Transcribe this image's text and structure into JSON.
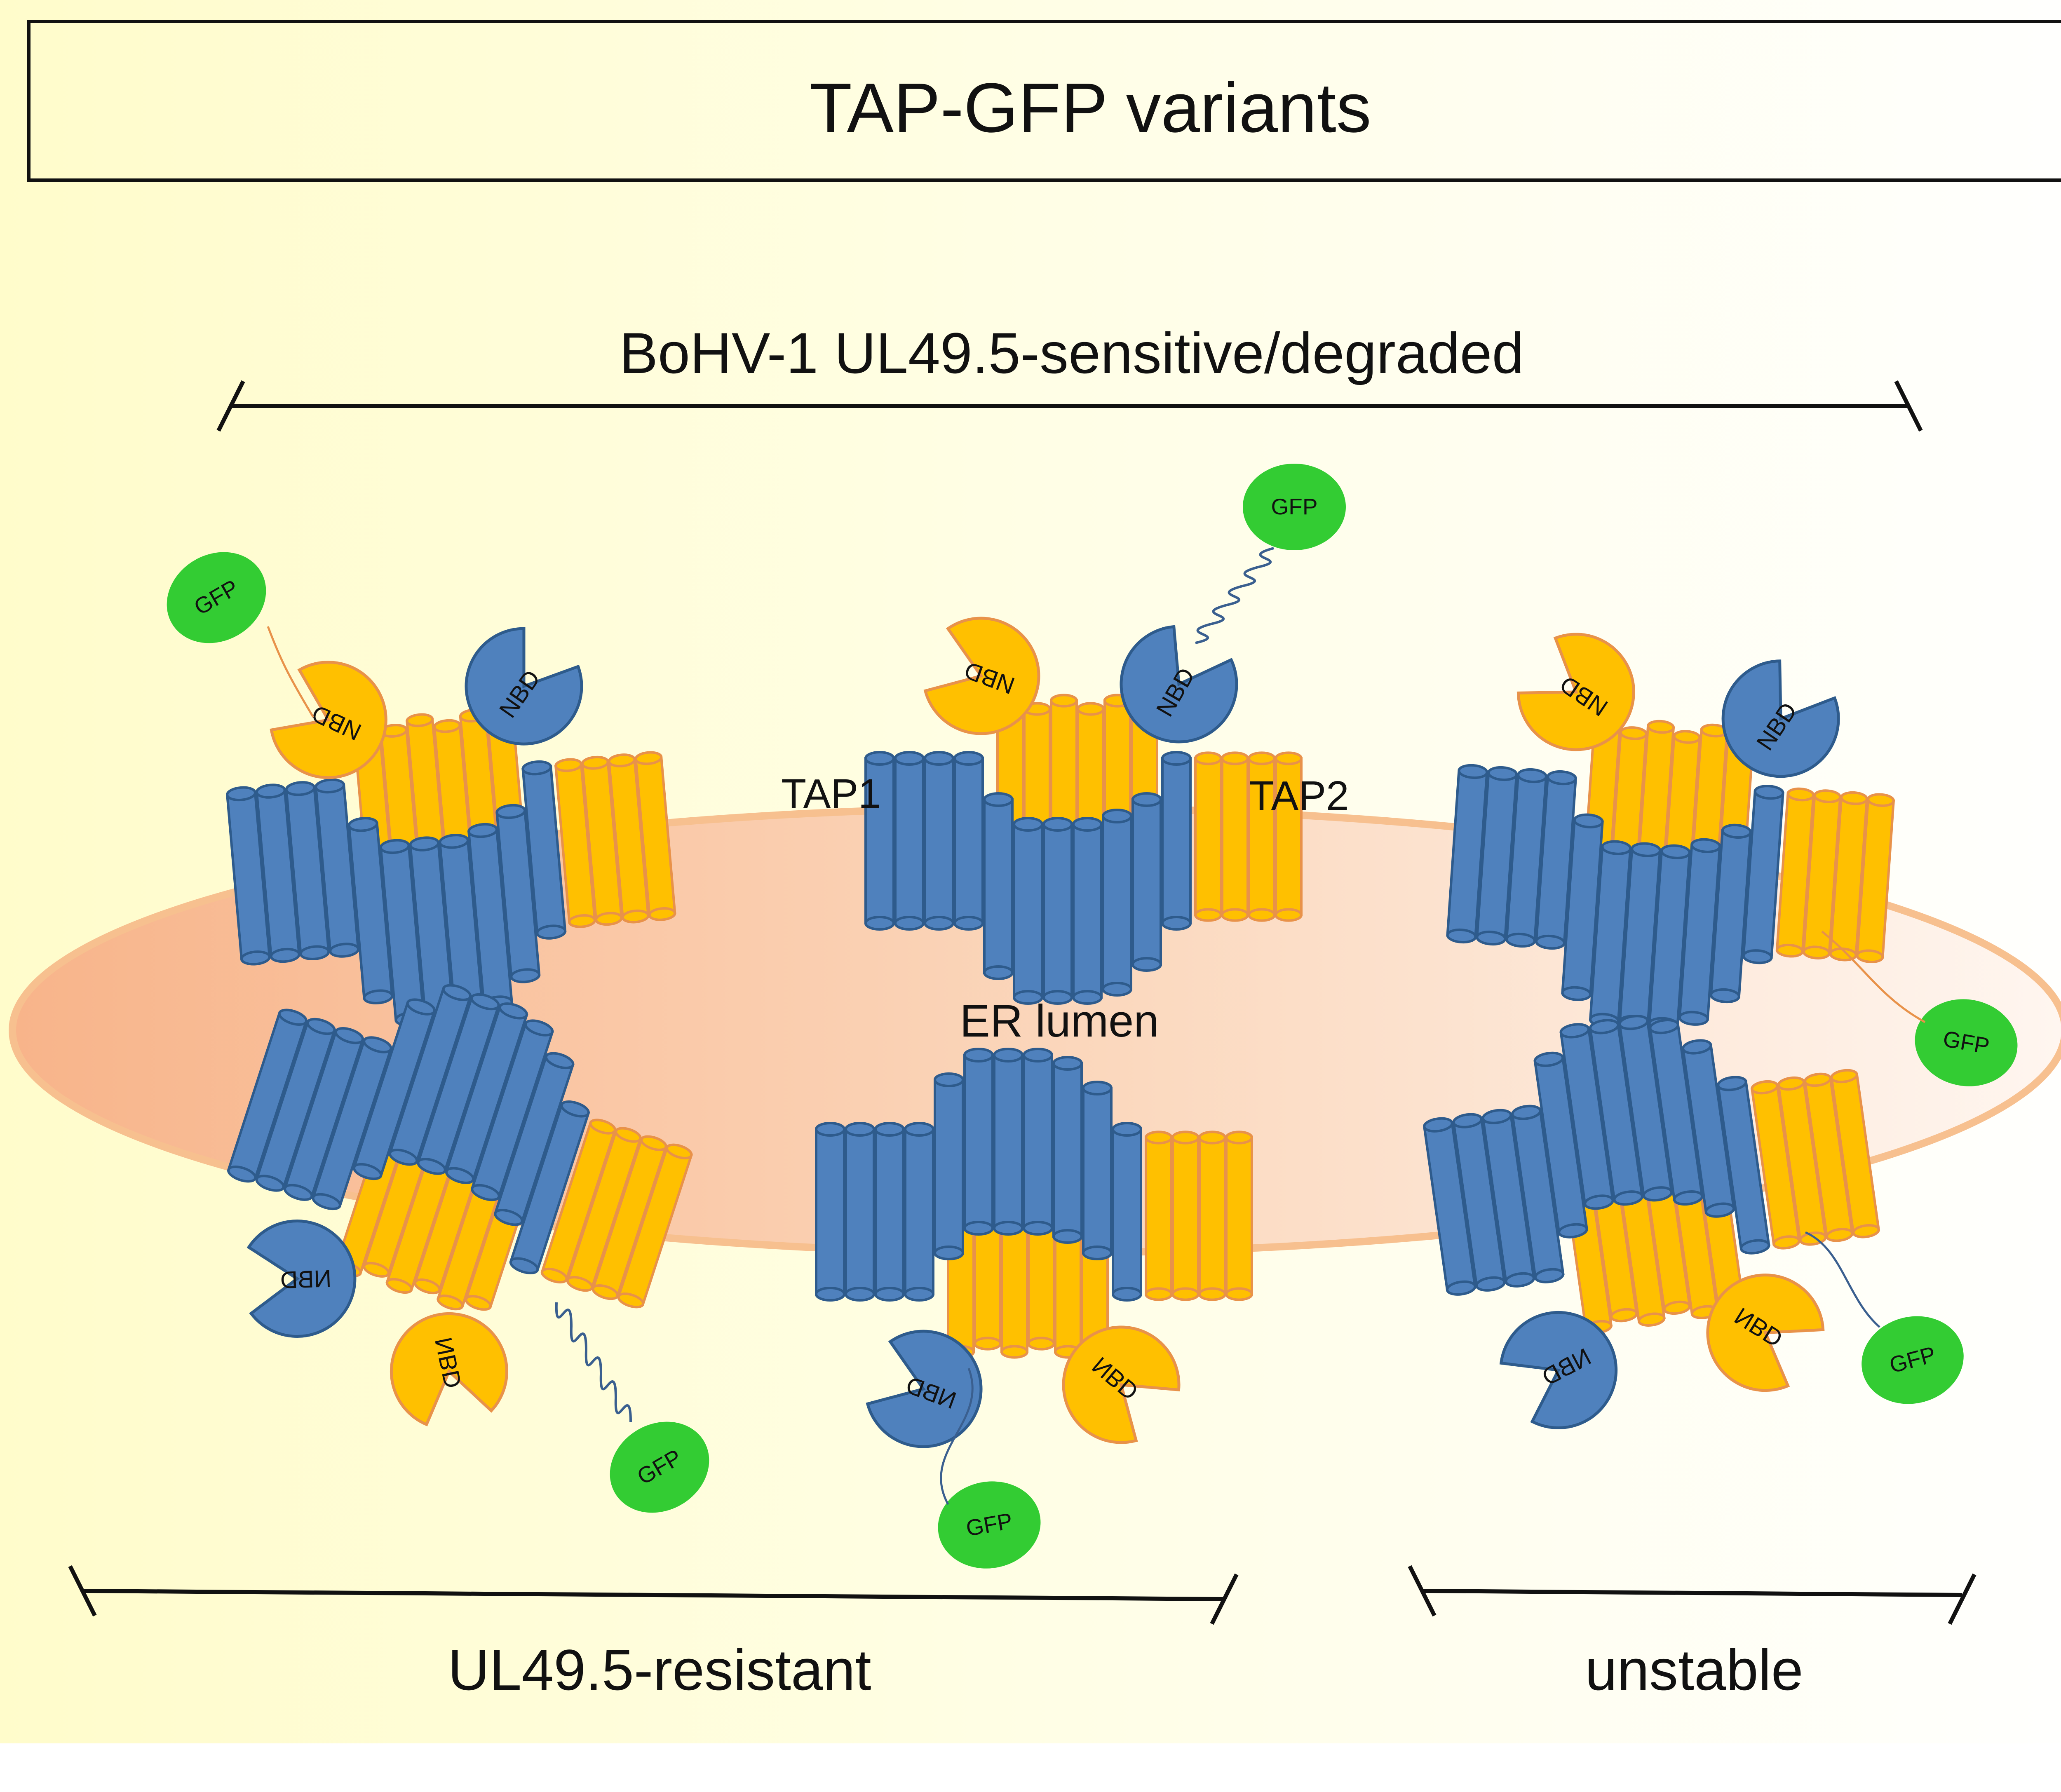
{
  "title": "TAP-GFP variants",
  "groups": {
    "top": "BoHV-1 UL49.5-sensitive/degraded",
    "bottom_left": "UL49.5-resistant",
    "bottom_right": "unstable"
  },
  "compartment": "ER lumen",
  "subunit_labels": {
    "tap1": "TAP1",
    "tap2": "TAP2"
  },
  "domain_label": "NBD",
  "tag_label": "GFP",
  "colors": {
    "tap1": "#4F81BD",
    "tap1_stroke": "#2E5B8C",
    "tap2": "#FFC000",
    "tap2_stroke": "#E8924A",
    "gfp": "#33CC33",
    "membrane_fill": "#F9B98F",
    "membrane_stroke": "#F7C08F",
    "background_left": "#FFFCD0",
    "background_right": "#FFFFFF"
  }
}
